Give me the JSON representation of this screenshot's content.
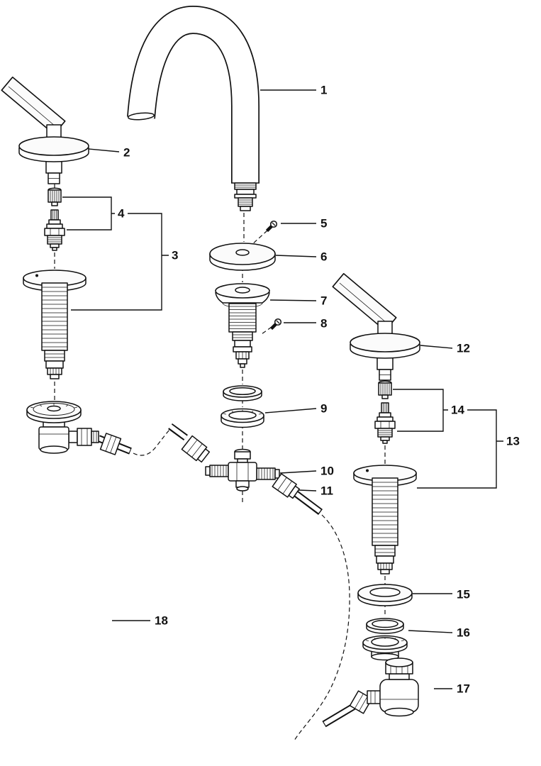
{
  "figure": {
    "kind": "exploded-parts-diagram",
    "background_color": "#ffffff",
    "line_color": "#111111"
  },
  "callouts": [
    {
      "label": "1"
    },
    {
      "label": "2"
    },
    {
      "label": "3"
    },
    {
      "label": "4"
    },
    {
      "label": "5"
    },
    {
      "label": "6"
    },
    {
      "label": "7"
    },
    {
      "label": "8"
    },
    {
      "label": "9"
    },
    {
      "label": "10"
    },
    {
      "label": "11"
    },
    {
      "label": "12"
    },
    {
      "label": "13"
    },
    {
      "label": "14"
    },
    {
      "label": "15"
    },
    {
      "label": "16"
    },
    {
      "label": "17"
    },
    {
      "label": "18"
    }
  ]
}
